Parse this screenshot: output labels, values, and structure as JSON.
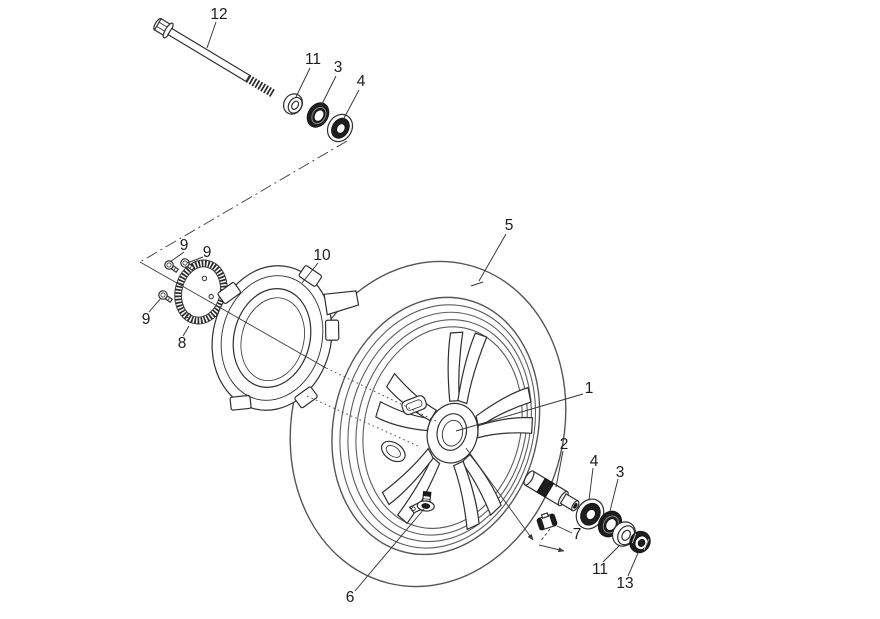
{
  "figure": {
    "title": "exploded front wheel parts diagram",
    "background": "#ffffff",
    "line_color": "#3a3a3a",
    "dark_fill": "#1e1e1e",
    "callouts": [
      {
        "id": "12",
        "label": "12"
      },
      {
        "id": "11-top",
        "label": "11"
      },
      {
        "id": "3-top",
        "label": "3"
      },
      {
        "id": "4-top",
        "label": "4"
      },
      {
        "id": "5",
        "label": "5"
      },
      {
        "id": "10",
        "label": "10"
      },
      {
        "id": "9-a",
        "label": "9"
      },
      {
        "id": "9-b",
        "label": "9"
      },
      {
        "id": "9-c",
        "label": "9"
      },
      {
        "id": "8",
        "label": "8"
      },
      {
        "id": "1",
        "label": "1"
      },
      {
        "id": "2",
        "label": "2"
      },
      {
        "id": "4-bottom",
        "label": "4"
      },
      {
        "id": "3-bottom",
        "label": "3"
      },
      {
        "id": "7",
        "label": "7"
      },
      {
        "id": "11-bottom",
        "label": "11"
      },
      {
        "id": "13",
        "label": "13"
      },
      {
        "id": "6",
        "label": "6"
      }
    ]
  }
}
